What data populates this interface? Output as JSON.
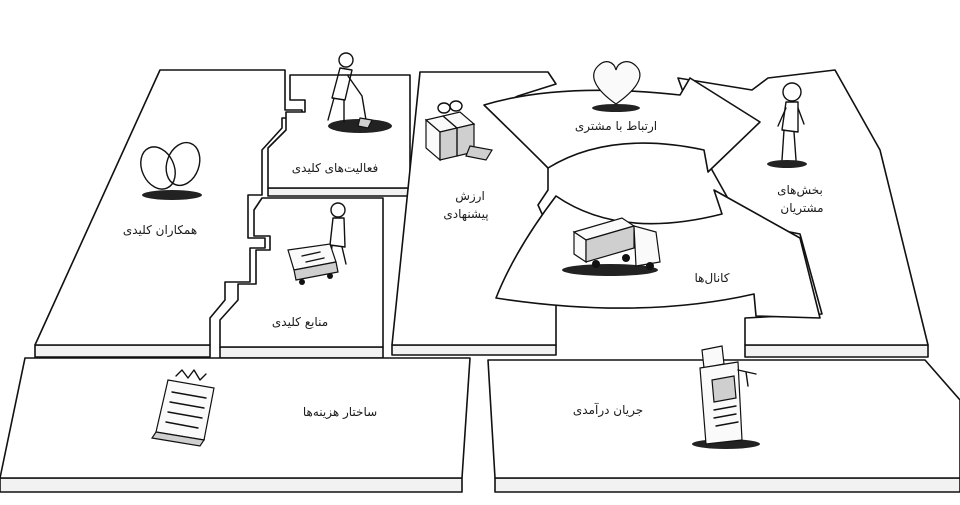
{
  "canvas": {
    "blocks": {
      "key_partners": "همکاران کلیدی",
      "key_activities": "فعالیت‌های کلیدی",
      "key_resources": "منابع کلیدی",
      "value_propositions_line1": "ارزش",
      "value_propositions_line2": "پیشنهادی",
      "customer_relationships": "ارتباط با مشتری",
      "channels": "کانال‌ها",
      "customer_segments_line1": "بخش‌های",
      "customer_segments_line2": "مشتریان",
      "cost_structure": "ساختار هزینه‌ها",
      "revenue_streams": "جریان درآمدی"
    }
  }
}
